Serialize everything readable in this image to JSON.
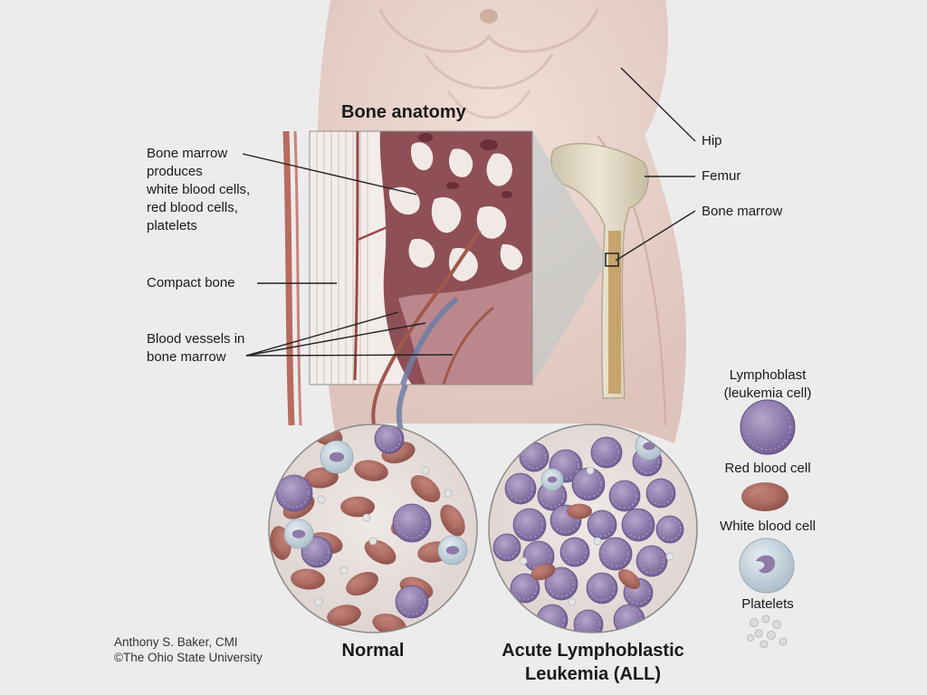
{
  "title": "Bone anatomy",
  "labels": {
    "bone_marrow_produces": [
      "Bone marrow",
      "produces",
      "white blood cells,",
      "red blood cells,",
      "platelets"
    ],
    "compact_bone": "Compact bone",
    "blood_vessels": [
      "Blood vessels in",
      "bone marrow"
    ],
    "hip": "Hip",
    "femur": "Femur",
    "bone_marrow": "Bone marrow"
  },
  "legend": {
    "lymphoblast": [
      "Lymphoblast",
      "(leukemia cell)"
    ],
    "red_blood_cell": "Red blood cell",
    "white_blood_cell": "White blood cell",
    "platelets": "Platelets"
  },
  "captions": {
    "normal": "Normal",
    "all": [
      "Acute Lymphoblastic",
      "Leukemia (ALL)"
    ]
  },
  "credit": [
    "Anthony S. Baker, CMI",
    "©The Ohio State University"
  ],
  "colors": {
    "background": "#ececec",
    "skin": "#e8cfc6",
    "marrow": "#8a4a50",
    "blood_cell": "#a8685f",
    "lymphoblast": "#8f7aab",
    "white_cell": "#c9d6df"
  }
}
